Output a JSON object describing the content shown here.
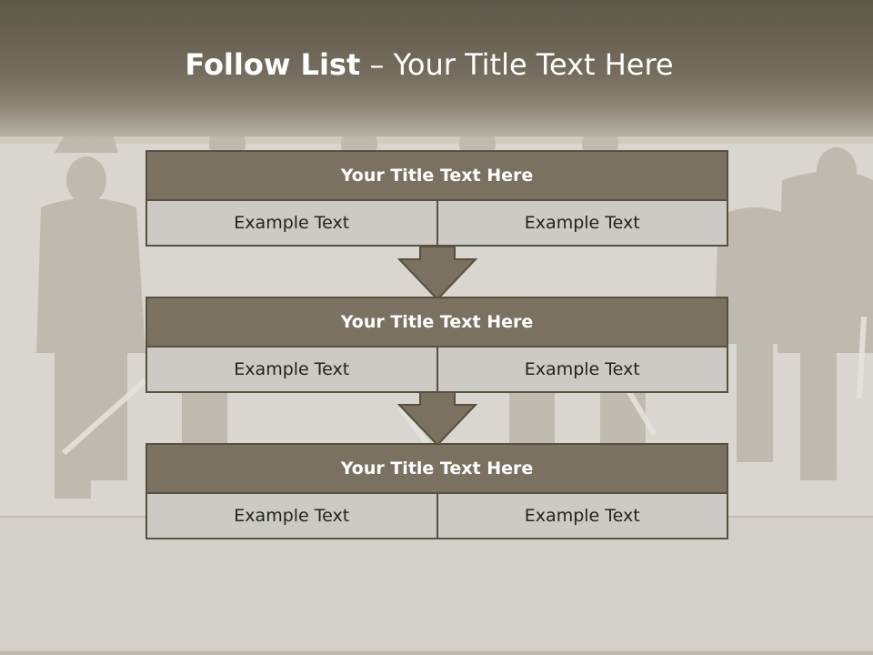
{
  "slide": {
    "title_bold": "Follow List",
    "title_separator": "–",
    "title_rest": "Your Title Text Here"
  },
  "blocks": [
    {
      "title": "Your Title Text Here",
      "left_text": "Example Text",
      "right_text": "Example Text"
    },
    {
      "title": "Your Title Text Here",
      "left_text": "Example Text",
      "right_text": "Example Text"
    },
    {
      "title": "Your Title Text Here",
      "left_text": "Example Text",
      "right_text": "Example Text"
    }
  ],
  "colors": {
    "header": "#6e6757",
    "block_title": "#7a7161",
    "cell": "#cbcac4",
    "border": "#57513f",
    "arrow": "#7a7161"
  }
}
